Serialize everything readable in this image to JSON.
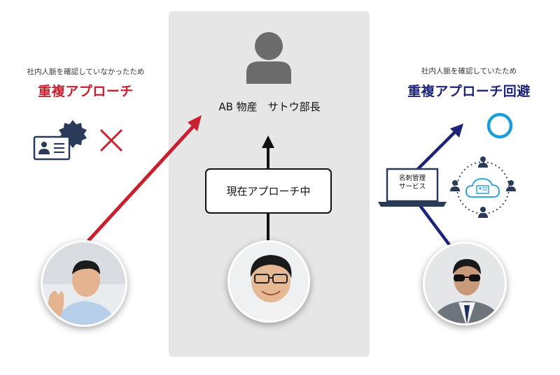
{
  "left": {
    "note": "社内人脈を確認していなかったため",
    "title": "重複アプローチ",
    "title_color": "#c8202f",
    "icon": "business-card-icon",
    "result_icon": "cross-icon"
  },
  "center": {
    "target_label": "AB 物産　サトウ部長",
    "status": "現在アプローチ中",
    "target_icon": "person-silhouette-icon"
  },
  "right": {
    "note": "社内人脈を確認していたため",
    "title": "重複アプローチ回避",
    "title_color": "#1e237a",
    "laptop_line1": "名刺管理",
    "laptop_line2": "サービス",
    "result_icon": "circle-icon",
    "network_icon": "cloud-card-network-icon"
  },
  "colors": {
    "red_arrow": "#c8202f",
    "navy_arrow": "#1e237a",
    "panel_bg": "#e6e6e6",
    "circle_blue": "#1a9fd8",
    "icon_navy": "#2a3b5a"
  }
}
